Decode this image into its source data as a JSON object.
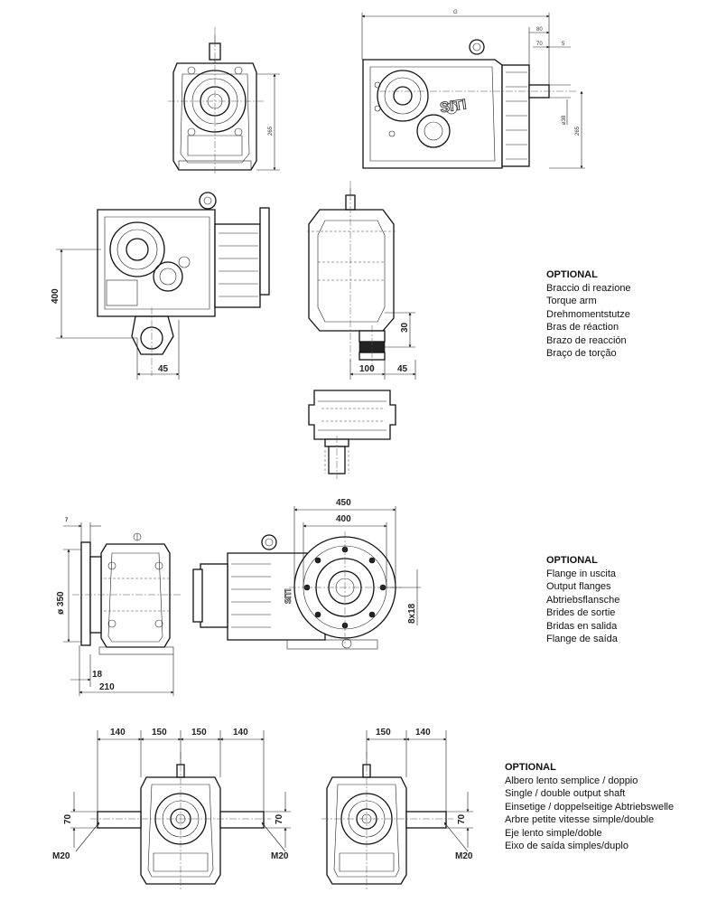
{
  "dimensions": {
    "top_overall": "G",
    "top_80": "80",
    "top_70": "70",
    "top_5": "5",
    "shaft_dia": "ø38",
    "height_265_left": "265",
    "height_265_right": "265",
    "arm_400": "400",
    "arm_45_left": "45",
    "arm_30": "30",
    "arm_100": "100",
    "arm_45_right": "45",
    "flange_450": "450",
    "flange_400": "400",
    "flange_7": "7",
    "flange_dia": "ø 350",
    "flange_18": "18",
    "flange_210": "210",
    "flange_holes": "8x18",
    "shaft_140_a": "140",
    "shaft_150_a": "150",
    "shaft_150_b": "150",
    "shaft_140_b": "140",
    "shaft_70_a": "70",
    "shaft_70_b": "70",
    "shaft_m20_a": "M20",
    "shaft_m20_b": "M20",
    "shaft_150_c": "150",
    "shaft_140_c": "140",
    "shaft_70_c": "70",
    "shaft_m20_c": "M20"
  },
  "brand": "SITI",
  "options": [
    {
      "title": "OPTIONAL",
      "lines": [
        "Braccio di reazione",
        "Torque arm",
        "Drehmomentstutze",
        "Bras de réaction",
        "Brazo de reacción",
        "Braço de torção"
      ]
    },
    {
      "title": "OPTIONAL",
      "lines": [
        "Flange in uscita",
        "Output flanges",
        "Abtriebsflansche",
        "Brides de sortie",
        "Bridas en salida",
        "Flange de saída"
      ]
    },
    {
      "title": "OPTIONAL",
      "lines": [
        "Albero lento semplice / doppio",
        "Single / double output shaft",
        "Einsetige / doppelseitige Abtriebswelle",
        "Arbre petite vitesse simple/double",
        "Eje lento simple/doble",
        "Eixo de saída simples/duplo"
      ]
    }
  ]
}
